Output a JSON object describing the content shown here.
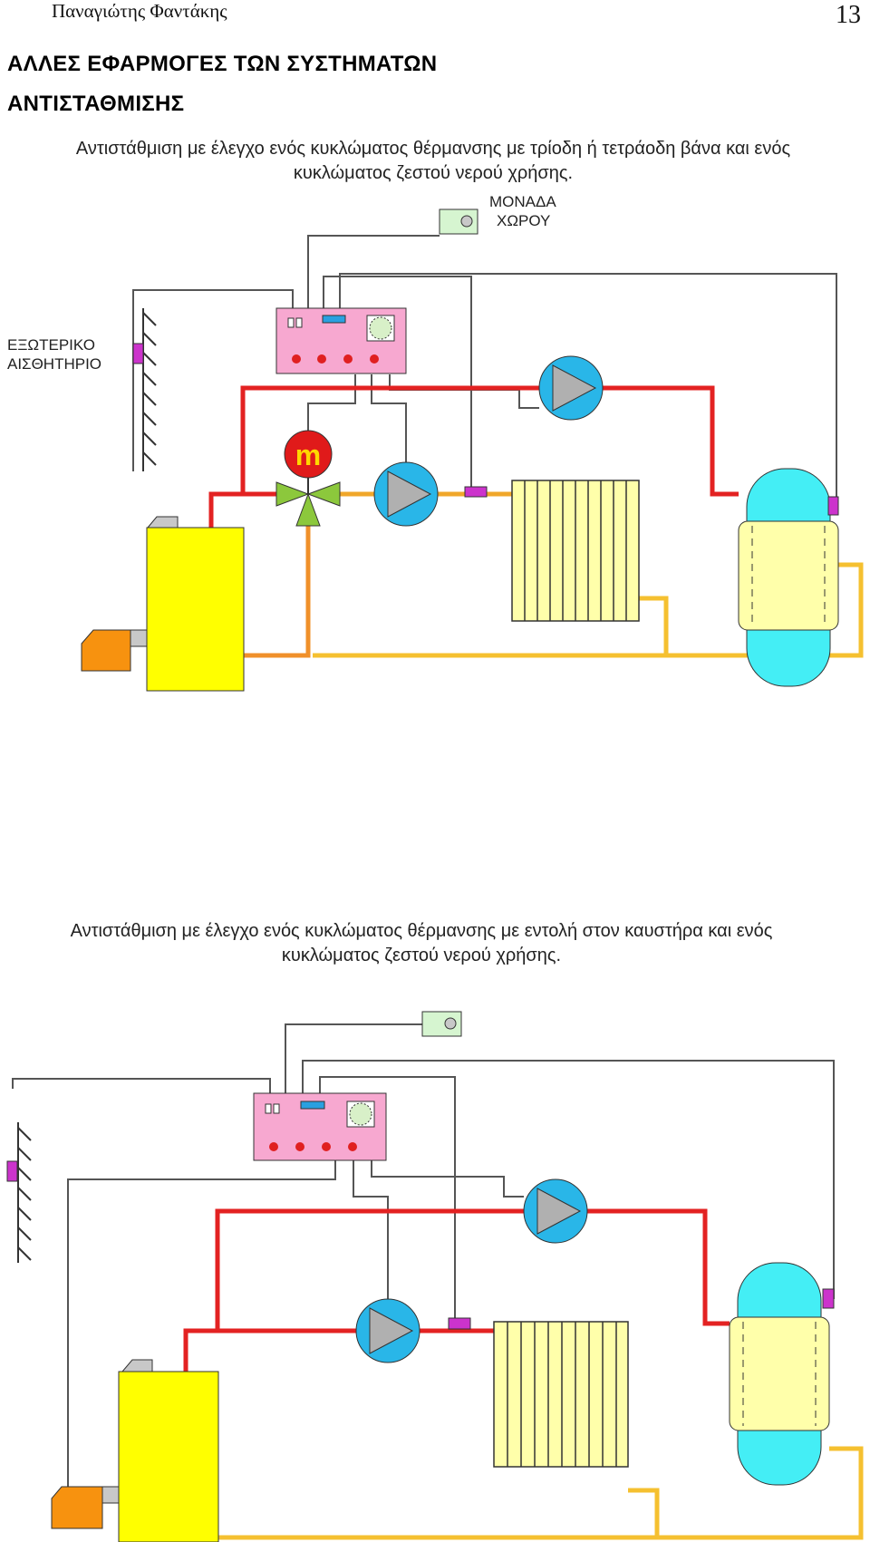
{
  "header": {
    "author": "Παναγιώτης Φαντάκης",
    "page_number": "13"
  },
  "section": {
    "title_line1": "ΑΛΛΕΣ ΕΦΑΡΜΟΓΕΣ ΤΩΝ ΣΥΣΤΗΜΑΤΩΝ",
    "title_line2": "ΑΝΤΙΣΤΑΘΜΙΣΗΣ"
  },
  "figure1": {
    "caption_line1": "Αντιστάθμιση με έλεγχο ενός κυκλώματος θέρμανσης με τρίοδη ή τετράοδη βάνα και ενός",
    "caption_line2": "κυκλώματος ζεστού νερού χρήσης.",
    "room_unit_line1": "ΜΟΝΑΔΑ",
    "room_unit_line2": "ΧΩΡΟΥ",
    "outdoor_sensor_line1": "ΕΞΩΤΕΡΙΚΟ",
    "outdoor_sensor_line2": "ΑΙΣΘΗΤΗΡΙΟ",
    "mixing_motor_letter": "m"
  },
  "figure2": {
    "caption_line1": "Αντιστάθμιση με έλεγχο ενός κυκλώματος θέρμανσης με εντολή στον καυστήρα και ενός",
    "caption_line2": "κυκλώματος ζεστού νερού χρήσης."
  },
  "colors": {
    "supply_pipe": "#e32222",
    "return_pipe": "#f5c030",
    "mixed_pipe": "#f0902a",
    "controller": "#f7a8d0",
    "boiler": "#ffff00",
    "burner": "#f7920f",
    "pump": "#29b6e8",
    "tank": "#44eef5",
    "radiator": "#ffffaa",
    "sensor": "#cc33cc",
    "valve": "#8cc83c"
  }
}
